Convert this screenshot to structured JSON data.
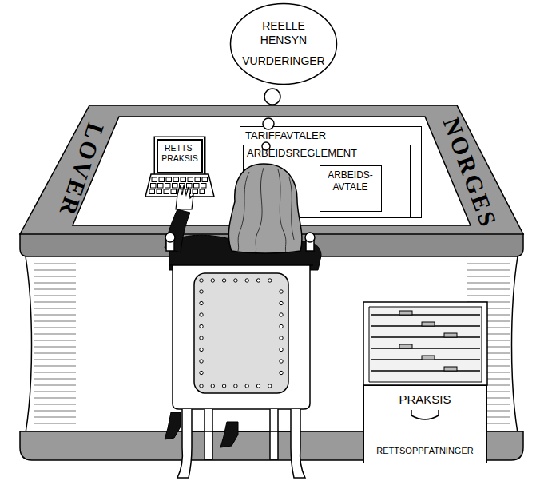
{
  "diagram": {
    "nodes": [
      {
        "text": [
          "REELLE HENSYN",
          "VURDERINGER"
        ]
      },
      {
        "text": [
          "LOVER",
          "NORGES"
        ]
      },
      {
        "text": [
          "RETTS- PRAKSIS"
        ],
        "in": 1
      },
      {
        "text": [
          "TARIFFAVTALER"
        ],
        "in": 1
      },
      {
        "text": [
          "ARBEIDSREGLEMENT"
        ],
        "in": 3
      },
      {
        "text": [
          "ARBEIDS- AVTALE"
        ],
        "in": 4
      },
      {
        "text": [
          "PRAKSIS",
          "RETTSOPPFATNINGER"
        ]
      }
    ]
  }
}
